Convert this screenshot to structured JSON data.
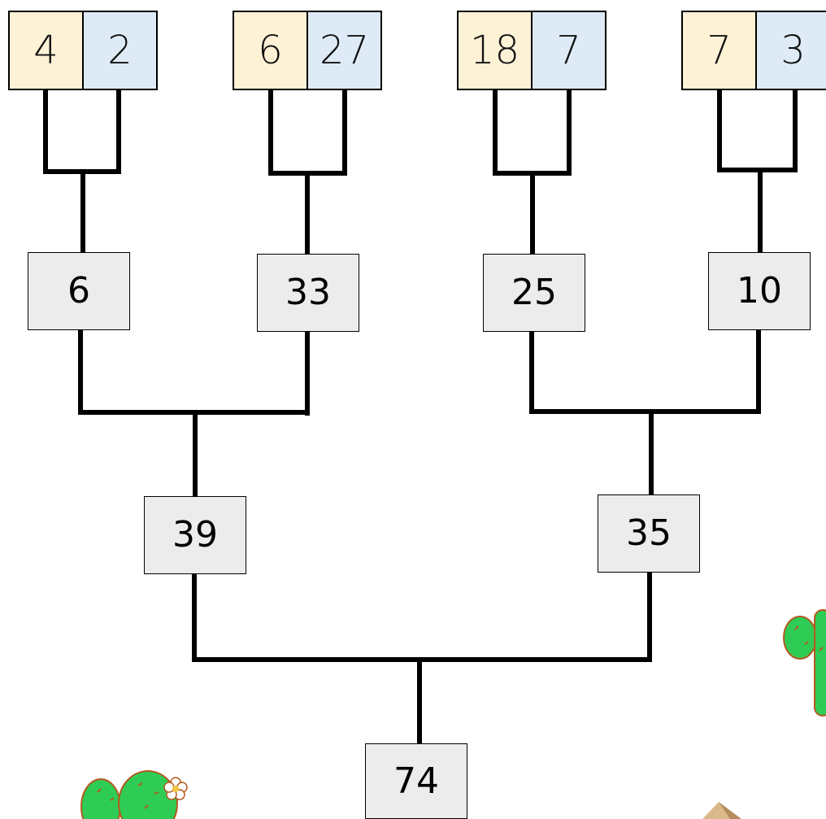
{
  "leaf_pairs": [
    {
      "a": "4",
      "b": "2"
    },
    {
      "a": "6",
      "b": "27"
    },
    {
      "a": "18",
      "b": "7"
    },
    {
      "a": "7",
      "b": "3"
    }
  ],
  "level1_sums": [
    "6",
    "33",
    "25",
    "10"
  ],
  "level2_sums": [
    "39",
    "35"
  ],
  "root_sum": "74",
  "colors": {
    "left_cell": "#fdf1d6",
    "right_cell": "#deebf6",
    "sum_box": "#ececec",
    "cactus": "#2ecc55",
    "lines": "#000000"
  },
  "decorations": [
    "cactus-icon",
    "cactus-icon",
    "pyramid-icon"
  ]
}
